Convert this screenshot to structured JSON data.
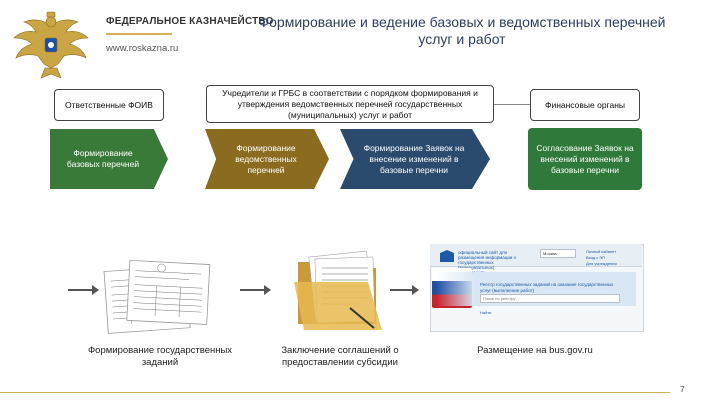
{
  "header": {
    "org_name": "ФЕДЕРАЛЬНОЕ КАЗНАЧЕЙСТВО",
    "org_site": "www.roskazna.ru",
    "title": "Формирование и ведение базовых и ведомственных перечней услуг и работ"
  },
  "roles": [
    {
      "label": "Ответственные ФОИВ"
    },
    {
      "label": "Учредители и ГРБС в соответствии с порядком формирования и утверждения ведомственных перечней государственных (муниципальных) услуг и работ"
    },
    {
      "label": "Финансовые органы"
    }
  ],
  "steps": [
    {
      "label": "Формирование базовых перечней",
      "color": "#3a7a38"
    },
    {
      "label": "Формирование ведомственных перечней",
      "color": "#8a6b1f"
    },
    {
      "label": "Формирование Заявок на внесение изменений в базовые перечни",
      "color": "#2a4a6e"
    },
    {
      "label": "Согласование Заявок на внесений изменений в базовые перечни",
      "color": "#2f7a3a"
    }
  ],
  "captions": [
    {
      "label": "Формирование государственных заданий"
    },
    {
      "label": "Заключение соглашений о предоставлении субсидии"
    },
    {
      "label": "Размещение на bus.gov.ru"
    }
  ],
  "website_mock": {
    "logo_text": "официальный сайт для размещения информации о государственных (муниципальных) учреждениях",
    "region_select": "Москва",
    "links": [
      "Личный кабинет",
      "Вход с ЭП",
      "Для учреждения"
    ],
    "search_title": "Реестр государственных заданий на оказание государственных услуг (выполнение работ)",
    "search_placeholder": "Поиск по реестру",
    "footer_link": "Найти"
  },
  "page_number": "7",
  "colors": {
    "title": "#2d3e63",
    "accent_gold": "#d4b25a"
  }
}
